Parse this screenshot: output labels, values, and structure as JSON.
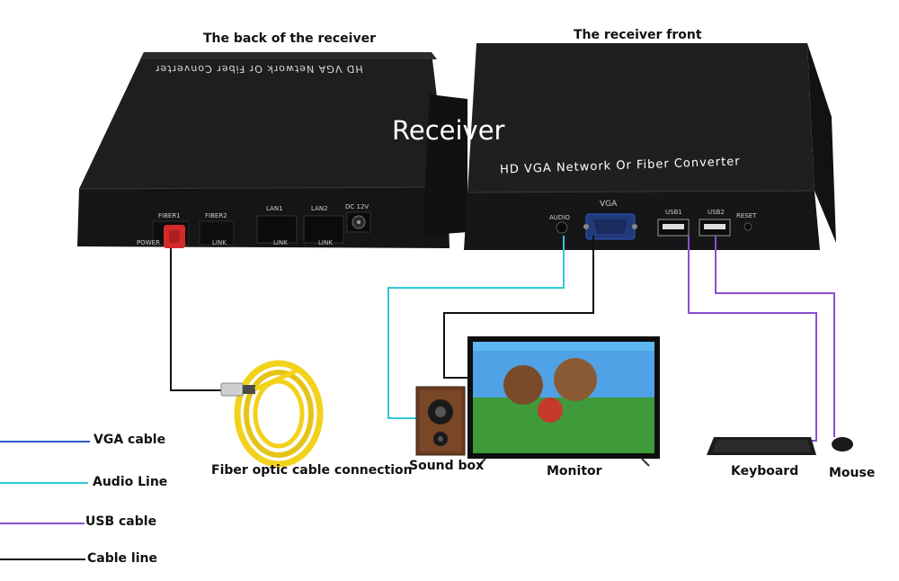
{
  "headings": {
    "back": "The back of the receiver",
    "front": "The receiver front",
    "receiver": "Receiver"
  },
  "device": {
    "top_text_back": "HD VGA Network Or Fiber Converter",
    "top_text_front": "HD VGA Network Or Fiber Converter",
    "back_ports": {
      "fiber1": "FIBER1",
      "fiber2": "FIBER2",
      "lan1": "LAN1",
      "lan2": "LAN2",
      "dc": "DC 12V",
      "link1": "LINK",
      "link2": "LINK",
      "link3": "LINK",
      "power": "POWER"
    },
    "front_ports": {
      "audio": "AUDIO",
      "vga": "VGA",
      "usb1": "USB1",
      "usb2": "USB2",
      "reset": "RESET"
    }
  },
  "labels": {
    "fiber": "Fiber optic cable connection",
    "sound": "Sound box",
    "monitor": "Monitor",
    "keyboard": "Keyboard",
    "mouse": "Mouse"
  },
  "legend": [
    {
      "label": "VGA cable",
      "color": "#2f55c8"
    },
    {
      "label": "Audio Line",
      "color": "#30c8d8"
    },
    {
      "label": "USB cable",
      "color": "#8a4fd0"
    },
    {
      "label": "Cable line",
      "color": "#111111"
    }
  ],
  "colors": {
    "device": "#1b1b1d",
    "fiber_port": "#d42a2a",
    "fiber_cable": "#f2d21a",
    "audio": "#30c8d8",
    "usb": "#8a4fd0",
    "cable": "#111111"
  }
}
